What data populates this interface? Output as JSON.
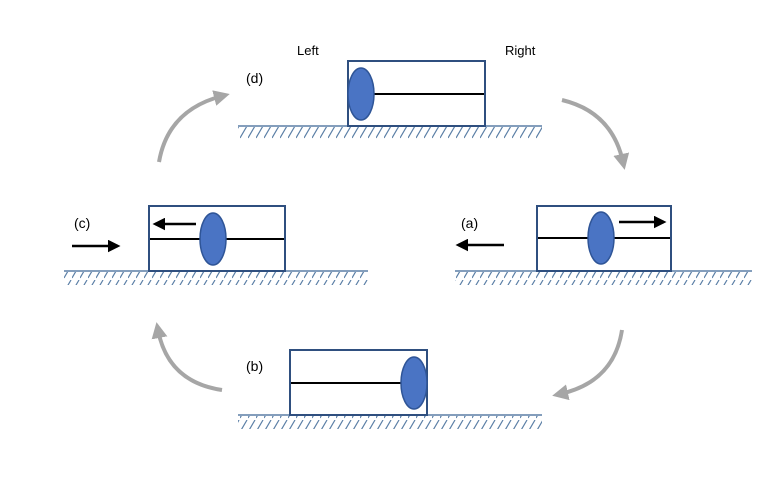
{
  "labels": {
    "left": "Left",
    "right": "Right",
    "a": "(a)",
    "b": "(b)",
    "c": "(c)",
    "d": "(d)"
  },
  "colors": {
    "box_stroke": "#2f4f7f",
    "piston_fill": "#4a74c4",
    "piston_stroke": "#2f5597",
    "cycle_arrow": "#a6a6a6",
    "ground_hatch": "#5b7fa6",
    "rod": "#000000"
  }
}
